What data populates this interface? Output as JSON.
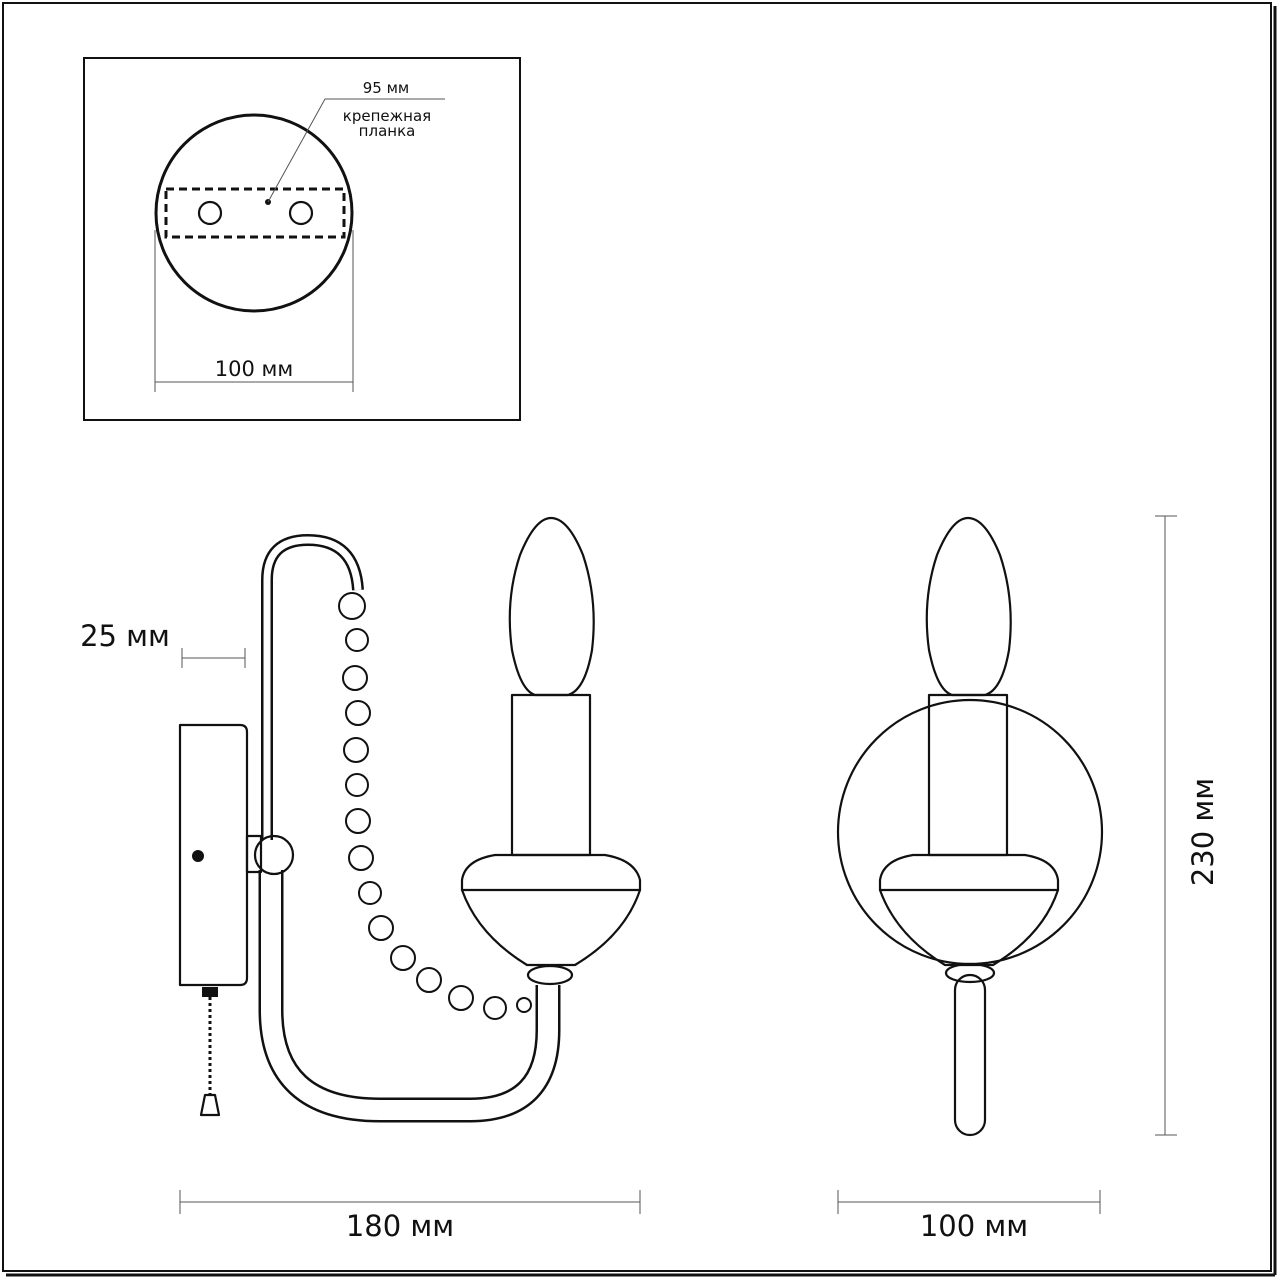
{
  "inset": {
    "bracket_width": "95 мм",
    "bracket_label_line1": "крепежная",
    "bracket_label_line2": "планка",
    "plate_diameter": "100 мм"
  },
  "dimensions": {
    "wall_offset": "25 мм",
    "side_width": "180 мм",
    "front_width": "100 мм",
    "height": "230 мм"
  }
}
